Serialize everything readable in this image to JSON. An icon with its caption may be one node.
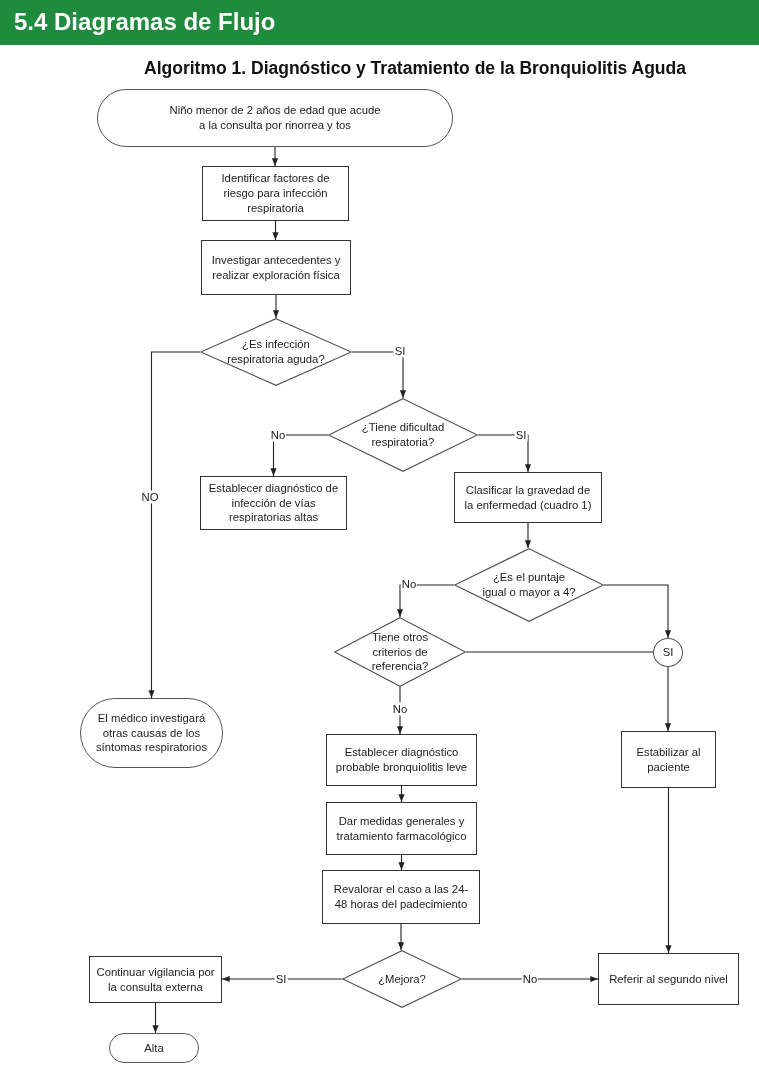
{
  "diagram": {
    "title": "Algoritmo 1. Diagnóstico y Tratamiento de la Bronquiolitis Aguda",
    "nodes": [
      {
        "text": [
          "Niño menor de 2 años de edad que acude a la consulta por rinorrea y tos"
        ]
      },
      {
        "text": [
          "Identificar factores de riesgo para infección respiratoria"
        ]
      },
      {
        "text": [
          "Investigar antecedentes y realizar exploración física"
        ]
      },
      {
        "text": [
          "¿Es infección respiratoria aguda?"
        ]
      },
      {
        "text": [
          "¿Tiene dificultad respiratoria?"
        ]
      },
      {
        "text": [
          "Establecer diagnóstico de infección de vías respiratorias altas"
        ]
      },
      {
        "text": [
          "Clasificar la gravedad de la enfermedad (cuadro 1)"
        ]
      },
      {
        "text": [
          "¿Es el puntaje igual o mayor a 4?"
        ]
      },
      {
        "text": [
          "Tiene otros criterios de referencia?"
        ]
      },
      {
        "text": [
          "SI"
        ]
      },
      {
        "text": [
          "El médico investigará otras causas de los síntomas respiratorios"
        ]
      },
      {
        "text": [
          "Establecer diagnóstico probable bronquiolitis leve"
        ]
      },
      {
        "text": [
          "Estabilizar al paciente"
        ]
      },
      {
        "text": [
          "Dar medidas generales y tratamiento farmacológico"
        ]
      },
      {
        "text": [
          "Revalorar el caso a las 24-48 horas del padecimiento"
        ]
      },
      {
        "text": [
          "¿Mejora?"
        ]
      },
      {
        "text": [
          "Continuar vigilancia por la consulta externa"
        ]
      },
      {
        "text": [
          "Referir al segundo nivel"
        ]
      },
      {
        "text": [
          "Alta"
        ]
      }
    ],
    "edges": [
      {
        "from": 0,
        "to": 1,
        "arrow": "to"
      },
      {
        "from": 1,
        "to": 2,
        "arrow": "to"
      },
      {
        "from": 2,
        "to": 3,
        "arrow": "to"
      },
      {
        "from": 3,
        "to": 4,
        "arrow": "to",
        "label": "SI"
      },
      {
        "from": 3,
        "to": 10,
        "arrow": "to",
        "label": "NO"
      },
      {
        "from": 4,
        "to": 5,
        "arrow": "to",
        "label": "No"
      },
      {
        "from": 4,
        "to": 6,
        "arrow": "to",
        "label": "SI"
      },
      {
        "from": 6,
        "to": 7,
        "arrow": "to"
      },
      {
        "from": 7,
        "to": 8,
        "arrow": "to",
        "label": "No"
      },
      {
        "from": 7,
        "to": 9,
        "arrow": "to"
      },
      {
        "from": 8,
        "to": 9,
        "arrow": "none"
      },
      {
        "from": 9,
        "to": 12,
        "arrow": "to"
      },
      {
        "from": 8,
        "to": 11,
        "arrow": "to",
        "label": "No"
      },
      {
        "from": 11,
        "to": 13,
        "arrow": "to"
      },
      {
        "from": 13,
        "to": 14,
        "arrow": "to"
      },
      {
        "from": 14,
        "to": 15,
        "arrow": "to"
      },
      {
        "from": 15,
        "to": 16,
        "arrow": "to",
        "label": "SI"
      },
      {
        "from": 15,
        "to": 17,
        "arrow": "to",
        "label": "No"
      },
      {
        "from": 12,
        "to": 17,
        "arrow": "to"
      },
      {
        "from": 16,
        "to": 18,
        "arrow": "to"
      }
    ],
    "labels": [
      "5.4 Diagramas de Flujo"
    ]
  }
}
